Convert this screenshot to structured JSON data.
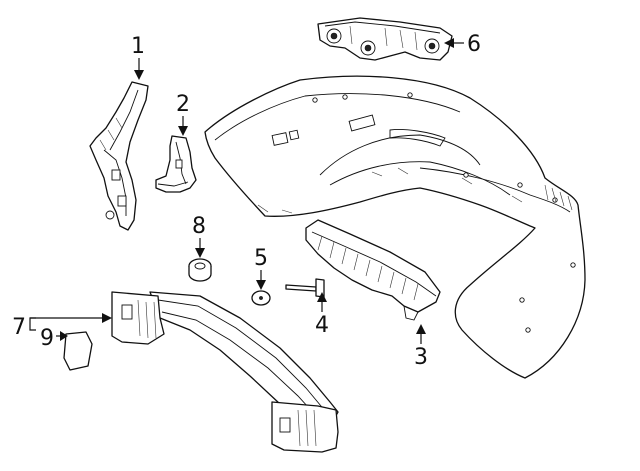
{
  "callouts": [
    {
      "id": "1",
      "label": "1"
    },
    {
      "id": "2",
      "label": "2"
    },
    {
      "id": "3",
      "label": "3"
    },
    {
      "id": "4",
      "label": "4"
    },
    {
      "id": "5",
      "label": "5"
    },
    {
      "id": "6",
      "label": "6"
    },
    {
      "id": "7",
      "label": "7"
    },
    {
      "id": "8",
      "label": "8"
    },
    {
      "id": "9",
      "label": "9"
    }
  ],
  "parts": [
    {
      "callout": "1",
      "shape": "tall side bracket"
    },
    {
      "callout": "2",
      "shape": "small side bracket"
    },
    {
      "callout": "3",
      "shape": "energy absorber"
    },
    {
      "callout": "4",
      "shape": "bolt"
    },
    {
      "callout": "5",
      "shape": "washer"
    },
    {
      "callout": "6",
      "shape": "center mounting bracket"
    },
    {
      "callout": "7",
      "shape": "reinforcement bar"
    },
    {
      "callout": "8",
      "shape": "bushing"
    },
    {
      "callout": "9",
      "shape": "cover plate"
    }
  ],
  "colors": {
    "line": "#111111",
    "fill": "#ffffff"
  }
}
